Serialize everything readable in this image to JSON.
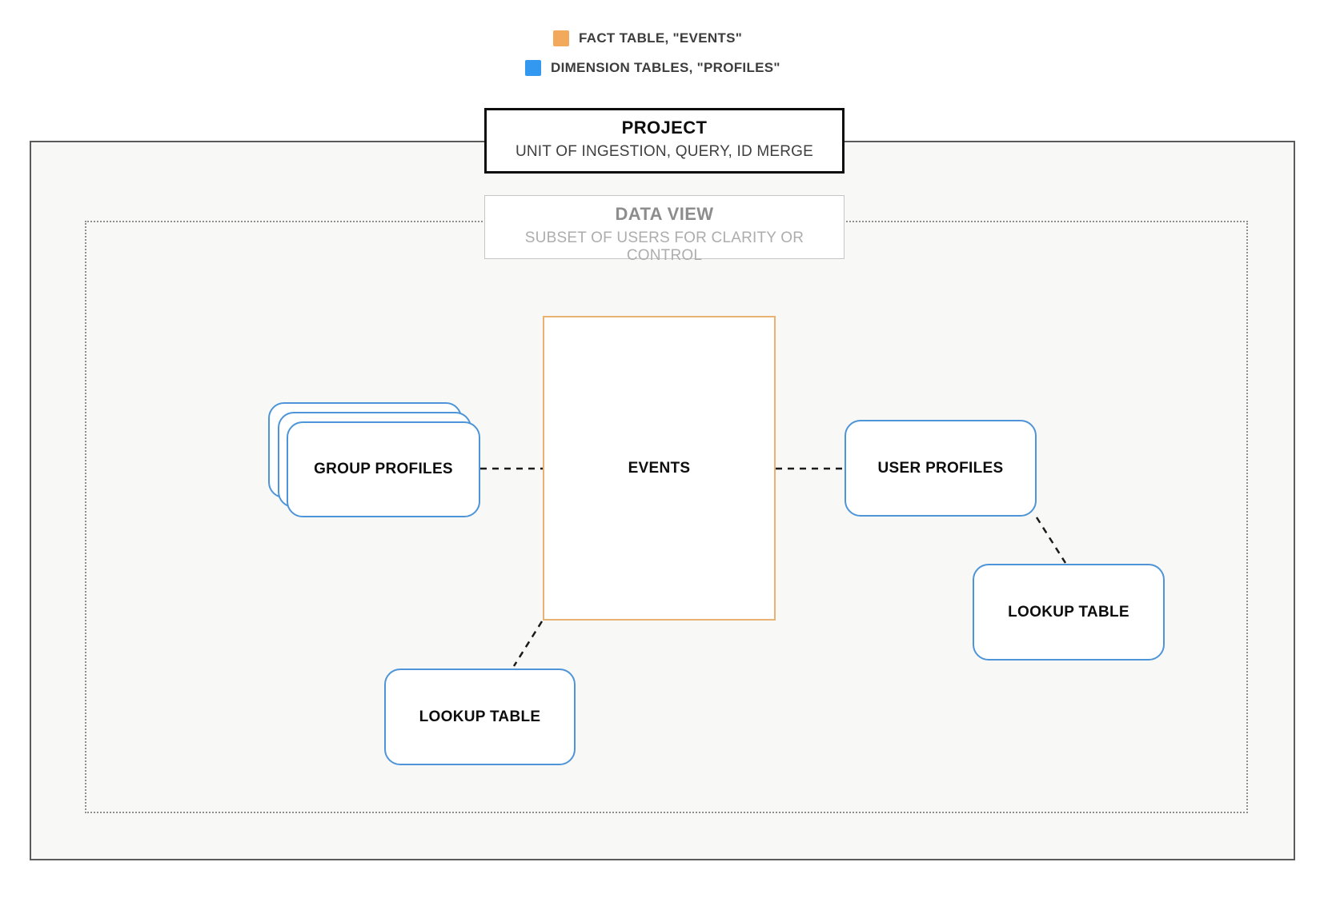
{
  "legend": {
    "items": [
      {
        "id": "fact",
        "label": "FACT TABLE, \"EVENTS\"",
        "color": "#f3a95c"
      },
      {
        "id": "dimension",
        "label": "DIMENSION TABLES, \"PROFILES\"",
        "color": "#3399f0"
      }
    ]
  },
  "project": {
    "title": "PROJECT",
    "subtitle": "UNIT OF INGESTION, QUERY, ID MERGE"
  },
  "data_view": {
    "title": "DATA VIEW",
    "subtitle": "SUBSET OF USERS FOR CLARITY OR CONTROL"
  },
  "nodes": {
    "events": {
      "label": "EVENTS",
      "type": "fact"
    },
    "group_profiles": {
      "label": "GROUP PROFILES",
      "type": "dimension",
      "stacked": true
    },
    "user_profiles": {
      "label": "USER PROFILES",
      "type": "dimension"
    },
    "lookup_table_right": {
      "label": "LOOKUP TABLE",
      "type": "dimension"
    },
    "lookup_table_bottom": {
      "label": "LOOKUP TABLE",
      "type": "dimension"
    }
  },
  "connections": [
    {
      "from": "group_profiles",
      "to": "events",
      "style": "dashed"
    },
    {
      "from": "events",
      "to": "user_profiles",
      "style": "dashed"
    },
    {
      "from": "user_profiles",
      "to": "lookup_table_right",
      "style": "dashed"
    },
    {
      "from": "events",
      "to": "lookup_table_bottom",
      "style": "dashed"
    }
  ],
  "colors": {
    "fact_swatch": "#f3a95c",
    "dimension_swatch": "#3399f0",
    "fact_node_border": "#e9b273",
    "dimension_node_border": "#4e94d8",
    "project_border": "#0d0d0d",
    "boundary_border": "#5b5b5b",
    "dataview_border": "#8f8f8f",
    "connector": "#1b1b1b"
  }
}
